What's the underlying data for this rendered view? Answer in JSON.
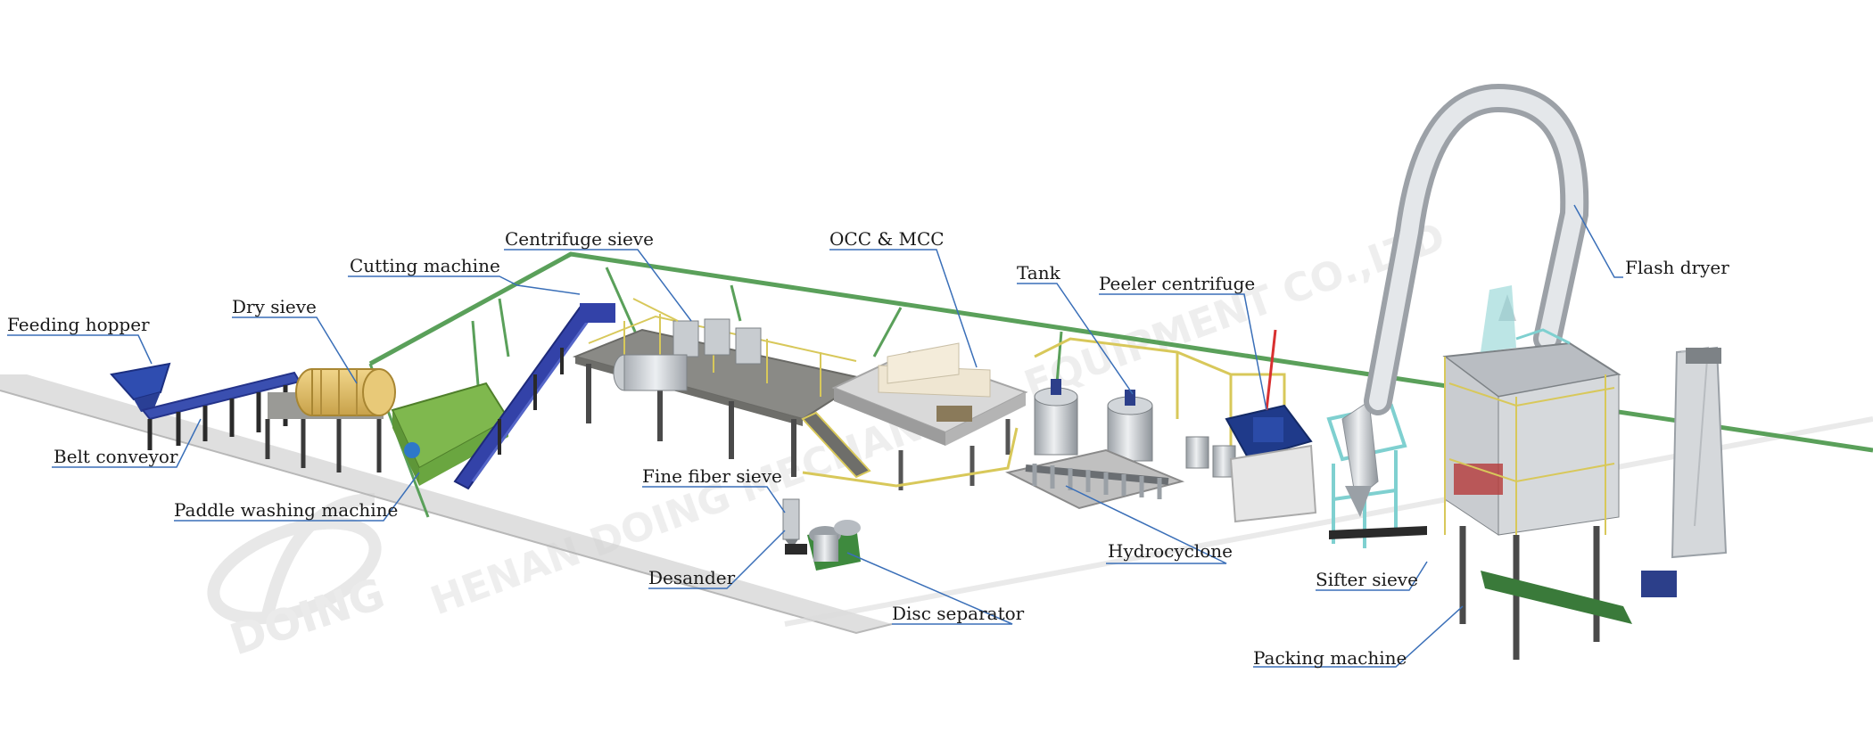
{
  "labels": {
    "feeding_hopper": "Feeding hopper",
    "dry_sieve": "Dry sieve",
    "cutting_machine": "Cutting machine",
    "centrifuge_sieve": "Centrifuge sieve",
    "occ_mcc": "OCC & MCC",
    "tank": "Tank",
    "peeler_centrifuge": "Peeler centrifuge",
    "flash_dryer": "Flash dryer",
    "belt_conveyor": "Belt conveyor",
    "paddle_washing_machine": "Paddle washing machine",
    "fine_fiber_sieve": "Fine fiber sieve",
    "desander": "Desander",
    "disc_separator": "Disc separator",
    "hydrocyclone": "Hydrocyclone",
    "sifter_sieve": "Sifter sieve",
    "packing_machine": "Packing machine"
  },
  "watermark": {
    "company_en": "HENAN DOING MECHANICAL EQUIPMENT CO.,LTD",
    "brand": "DOING"
  },
  "colors": {
    "leader_line": "#3a6fb8",
    "green_pipe": "#5aa05a",
    "yellow_pipe": "#d8c85a",
    "conveyor_blue": "#3a4fb0",
    "platform_gray": "#8a8a86",
    "dryer_silver": "#c9cdd2",
    "watermark_gray": "#e8e8e8"
  }
}
